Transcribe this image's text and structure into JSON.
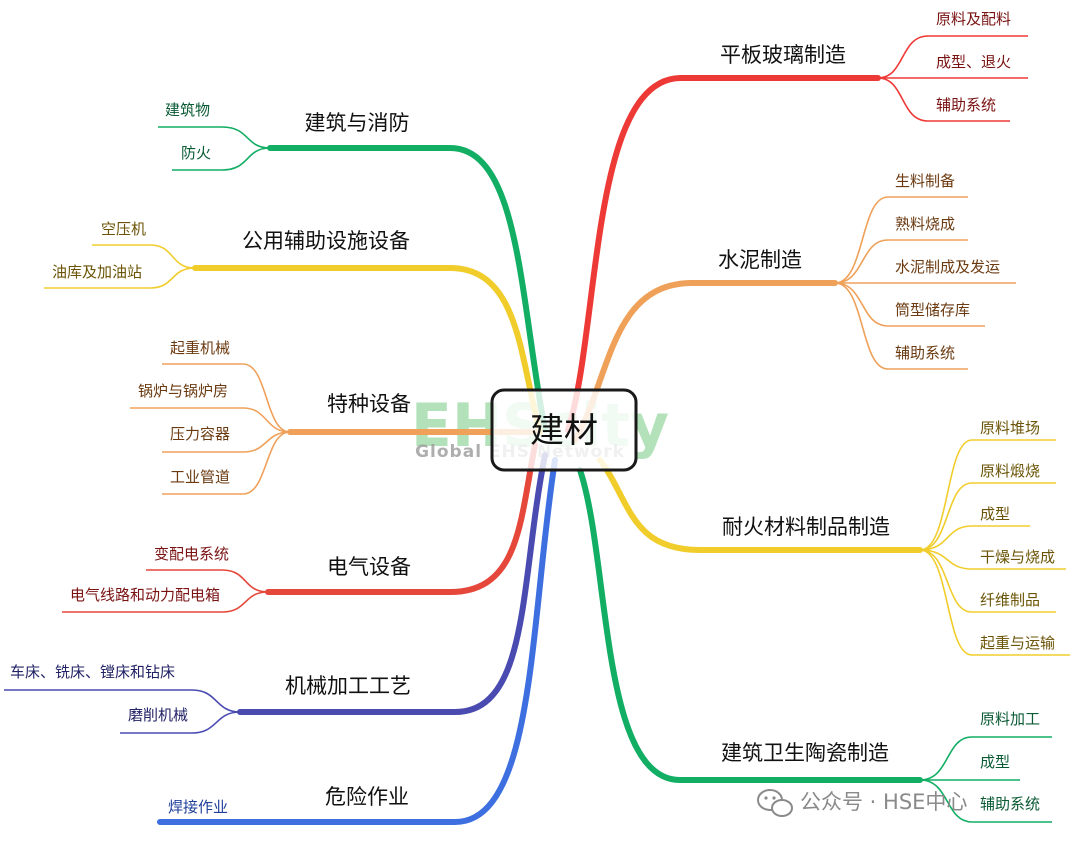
{
  "center": {
    "label": "建材"
  },
  "watermark": {
    "big": "EHScity",
    "small": "Global EHS Network"
  },
  "footer": {
    "wechat": "公众号 · HSE中心"
  },
  "branches": {
    "glass": {
      "title": "平板玻璃制造",
      "color": "#ee3a36",
      "leaves": [
        "原料及配料",
        "成型、退火",
        "辅助系统"
      ]
    },
    "cement": {
      "title": "水泥制造",
      "color": "#efa15a",
      "leaves": [
        "生料制备",
        "熟料烧成",
        "水泥制成及发运",
        "筒型储存库",
        "辅助系统"
      ]
    },
    "refractory": {
      "title": "耐火材料制品制造",
      "color": "#f1cd2c",
      "leaves": [
        "原料堆场",
        "原料煅烧",
        "成型",
        "干燥与烧成",
        "纤维制品",
        "起重与运输"
      ]
    },
    "ceramic": {
      "title": "建筑卫生陶瓷制造",
      "color": "#12ae64",
      "leaves": [
        "原料加工",
        "成型",
        "辅助系统"
      ]
    },
    "building": {
      "title": "建筑与消防",
      "color": "#12ae64",
      "leaves": [
        "建筑物",
        "防火"
      ]
    },
    "utility": {
      "title": "公用辅助设施设备",
      "color": "#f1cd2c",
      "leaves": [
        "空压机",
        "油库及加油站"
      ]
    },
    "special": {
      "title": "特种设备",
      "color": "#efa15a",
      "leaves": [
        "起重机械",
        "锅炉与锅炉房",
        "压力容器",
        "工业管道"
      ]
    },
    "electric": {
      "title": "电气设备",
      "color": "#e5473b",
      "leaves": [
        "变配电系统",
        "电气线路和动力配电箱"
      ]
    },
    "machining": {
      "title": "机械加工工艺",
      "color": "#4a4bb1",
      "leaves": [
        "车床、铣床、镗床和钻床",
        "磨削机械"
      ]
    },
    "hazard": {
      "title": "危险作业",
      "color": "#3d6fe0",
      "leaves": [
        "焊接作业"
      ]
    }
  }
}
